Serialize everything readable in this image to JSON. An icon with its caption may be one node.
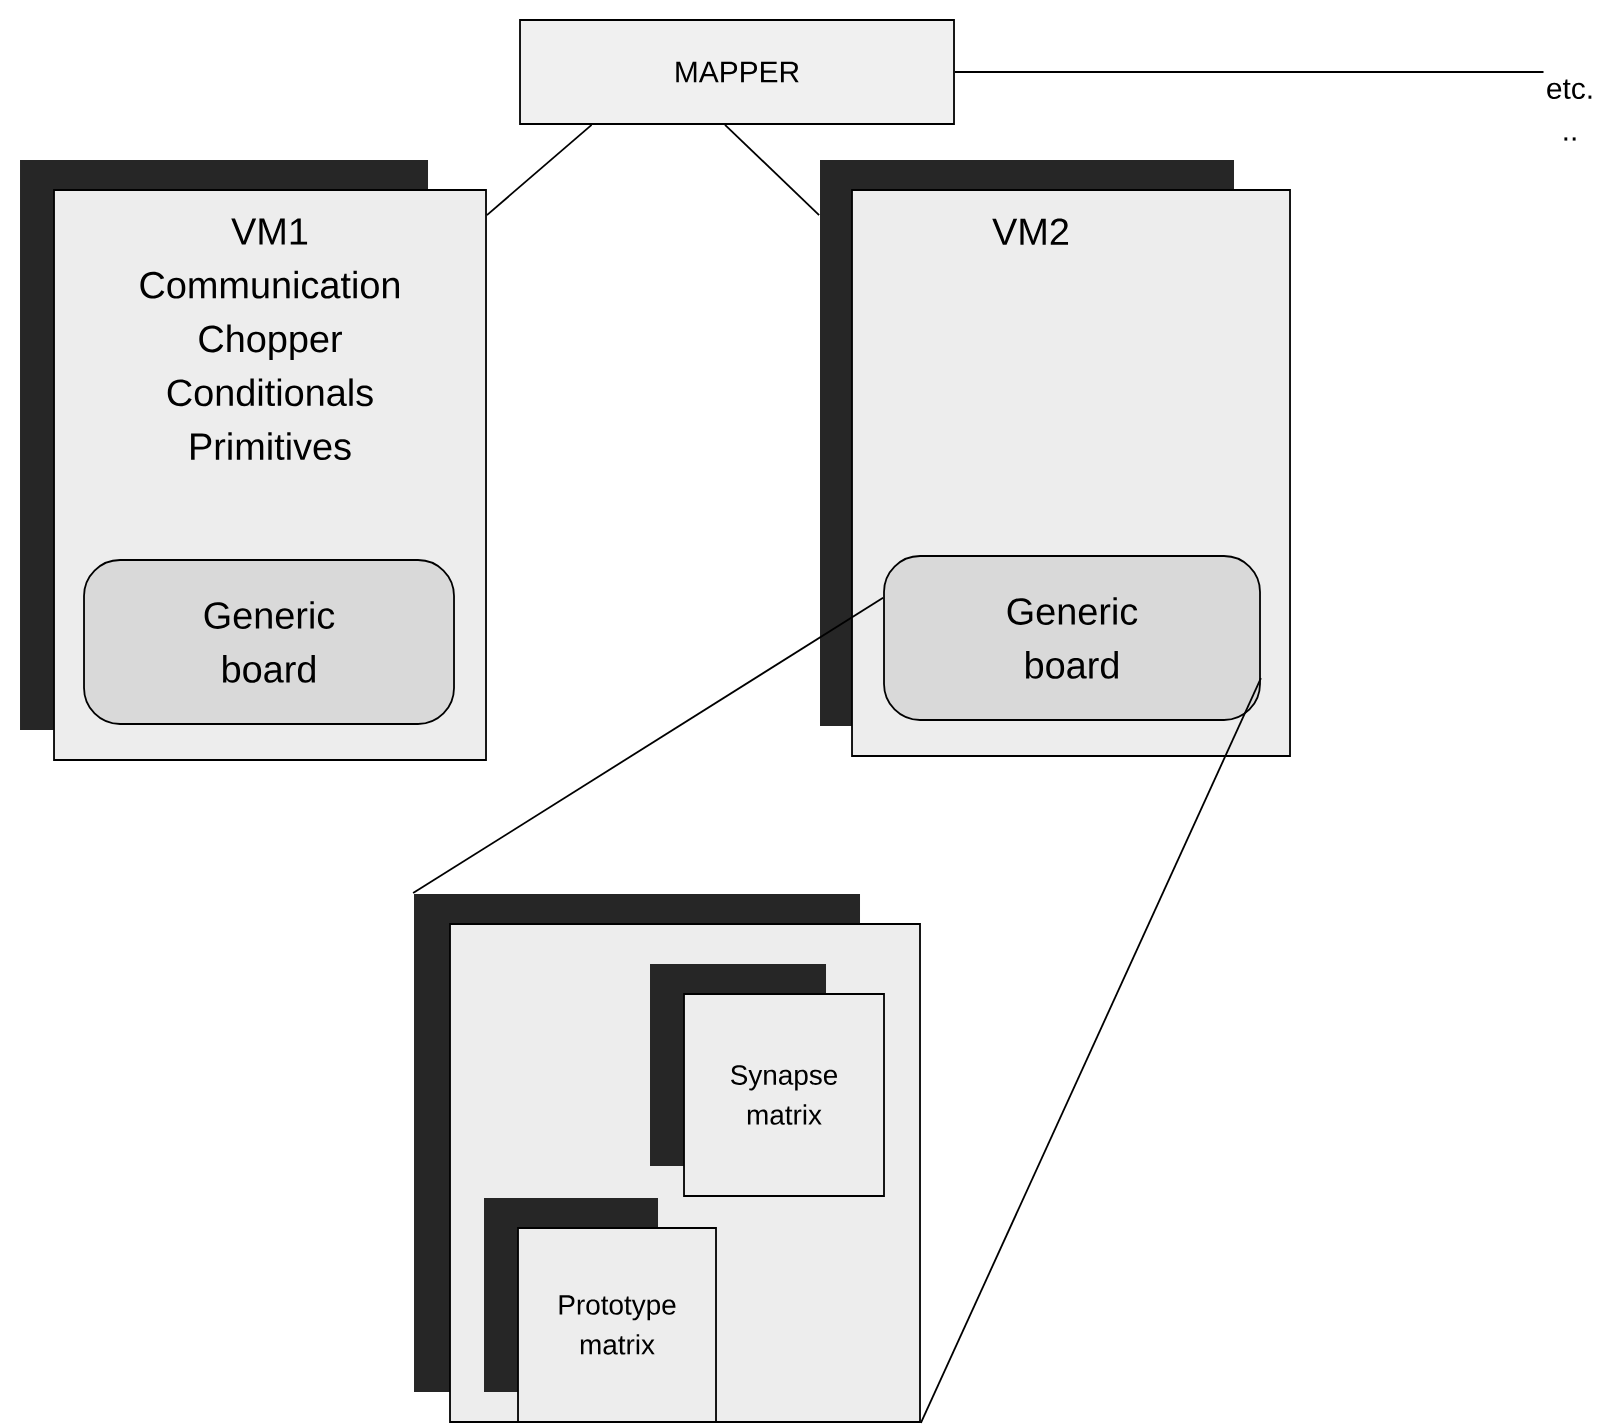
{
  "diagram": {
    "nodes": [
      {
        "text": [
          "MAPPER"
        ]
      },
      {
        "text": [
          "VM1",
          "Communication",
          "Chopper",
          "Conditionals",
          "Primitives"
        ]
      },
      {
        "text": [
          "Generic board"
        ],
        "in": 1
      },
      {
        "text": [
          "VM2"
        ]
      },
      {
        "text": [
          "Generic board"
        ],
        "in": 3
      },
      {
        "text": [],
        "shape": "box"
      },
      {
        "text": [
          "Synapse matrix"
        ],
        "in": 5
      },
      {
        "text": [
          "Prototype matrix"
        ],
        "in": 5
      },
      {
        "text": [
          "etc.",
          ".."
        ]
      }
    ],
    "edges": [
      {
        "from": 0,
        "to": 1,
        "arrow": "none"
      },
      {
        "from": 0,
        "to": 3,
        "arrow": "none"
      },
      {
        "from": 0,
        "to": 8,
        "arrow": "none"
      },
      {
        "from": 4,
        "to": 5,
        "arrow": "none"
      },
      {
        "from": 4,
        "to": 5,
        "arrow": "none"
      }
    ]
  }
}
